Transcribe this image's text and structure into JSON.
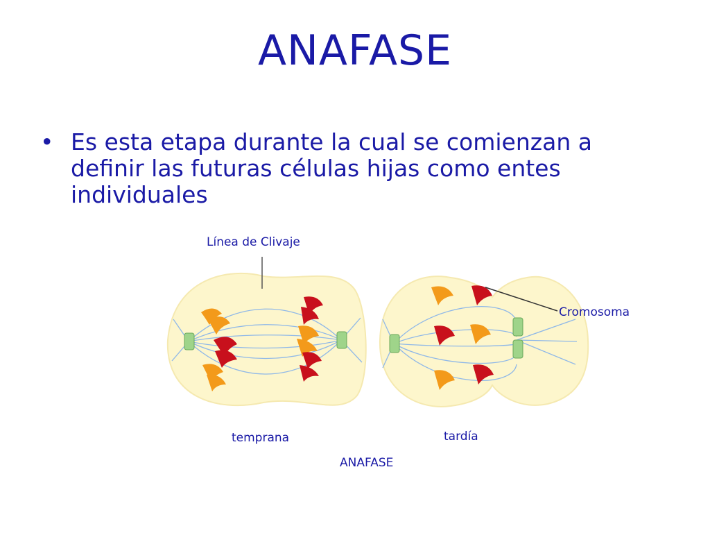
{
  "slide": {
    "title": "ANAFASE",
    "bullet_symbol": "•",
    "bullet_text": "Es esta etapa durante la cual se comienzan a definir las futuras células hijas como entes individuales"
  },
  "figure": {
    "label_cleavage_line": "Línea de Clivaje",
    "label_chromosome": "Cromosoma",
    "label_early": "temprana",
    "label_late": "tardía",
    "caption": "ANAFASE"
  },
  "colors": {
    "text": "#1a1aa6",
    "cell_fill": "#fdf6cc",
    "spindle": "#8fb8e8",
    "chromosome_red": "#c8101c",
    "chromosome_orange": "#f39a1a",
    "centrosome": "#7fc46a"
  }
}
